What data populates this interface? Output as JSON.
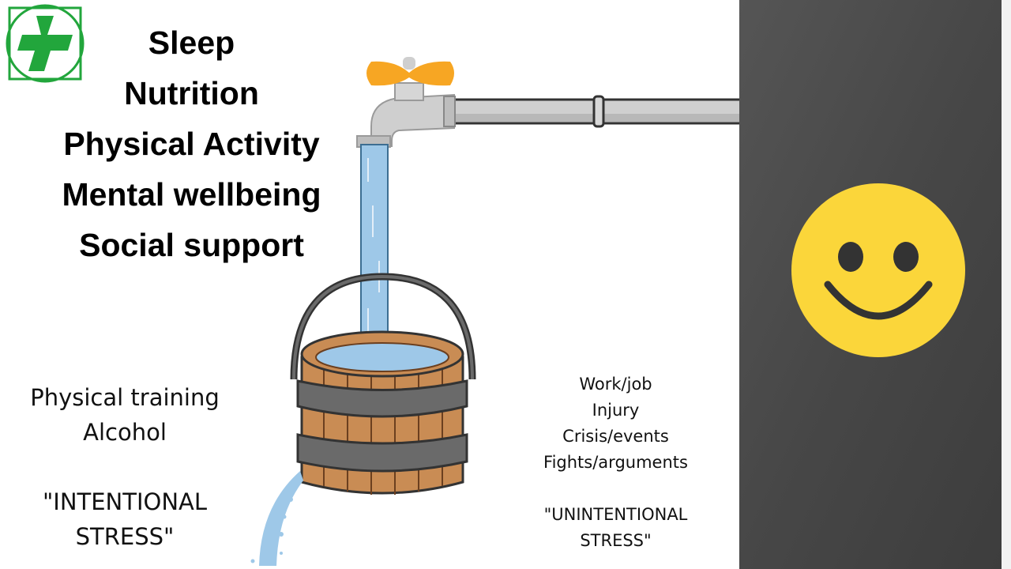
{
  "stress_inputs": {
    "items": [
      "Sleep",
      "Nutrition",
      "Physical Activity",
      "Mental wellbeing",
      "Social support"
    ]
  },
  "intentional": {
    "items": [
      "Physical training",
      "Alcohol"
    ],
    "label_line1": "\"INTENTIONAL",
    "label_line2": "STRESS\""
  },
  "unintentional": {
    "items": [
      "Work/job",
      "Injury",
      "Crisis/events",
      "Fights/arguments"
    ],
    "label_line1": "\"UNINTENTIONAL",
    "label_line2": "STRESS\""
  },
  "icons": {
    "logo": "green-cross-logo-icon",
    "tap": "water-tap-icon",
    "bucket": "wooden-bucket-icon",
    "face": "smiley-face-icon"
  },
  "colors": {
    "logo_green": "#22a63c",
    "tap_handle": "#f7a623",
    "water": "#9ec8e8",
    "bucket_wood": "#c98c54",
    "bucket_band": "#6a6a6a",
    "chalkboard": "#4a4a4a",
    "smiley": "#fbd63a"
  }
}
